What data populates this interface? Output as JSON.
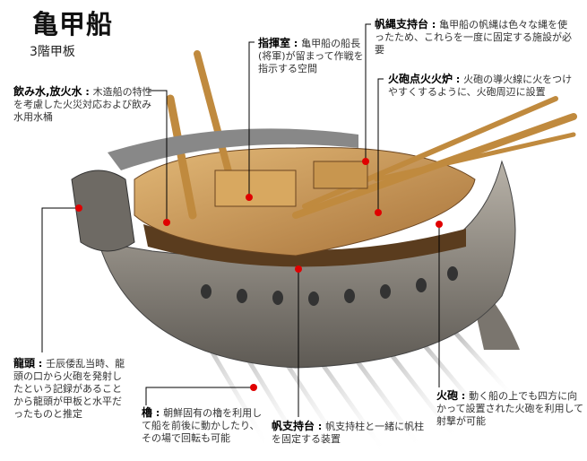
{
  "title": "亀甲船",
  "subtitle": "3階甲板",
  "annotations": {
    "water": {
      "term": "飲み水,放火水",
      "desc": "木造船の特性を考慮した火災対応および飲み水用水桶"
    },
    "command": {
      "term": "指揮室",
      "desc": "亀甲船の船長(将軍)が留まって作戦を指示する空間"
    },
    "rope": {
      "term": "帆縄支持台",
      "desc": "亀甲船の帆縄は色々な縄を使ったため、これらを一度に固定する施設が必要"
    },
    "furnace": {
      "term": "火砲点火火炉",
      "desc": "火砲の導火線に火をつけやすくするように、火砲周辺に設置"
    },
    "dragon": {
      "term": "龍頭",
      "desc": "壬辰倭乱当時、龍頭の口から火砲を発射したという記録があることから龍頭が甲板と水平だったものと推定"
    },
    "oar": {
      "term": "櫓",
      "desc": "朝鮮固有の櫓を利用して船を前後に動かしたり、その場で回転も可能"
    },
    "mast": {
      "term": "帆支持台",
      "desc": "帆支持柱と一緒に帆柱を固定する装置"
    },
    "cannon": {
      "term": "火砲",
      "desc": "動く船の上でも四方に向かって設置された火砲を利用して射撃が可能"
    }
  },
  "colors": {
    "marker": "#e00000",
    "hull": "#8f8a82",
    "deck": "#c8964f"
  }
}
